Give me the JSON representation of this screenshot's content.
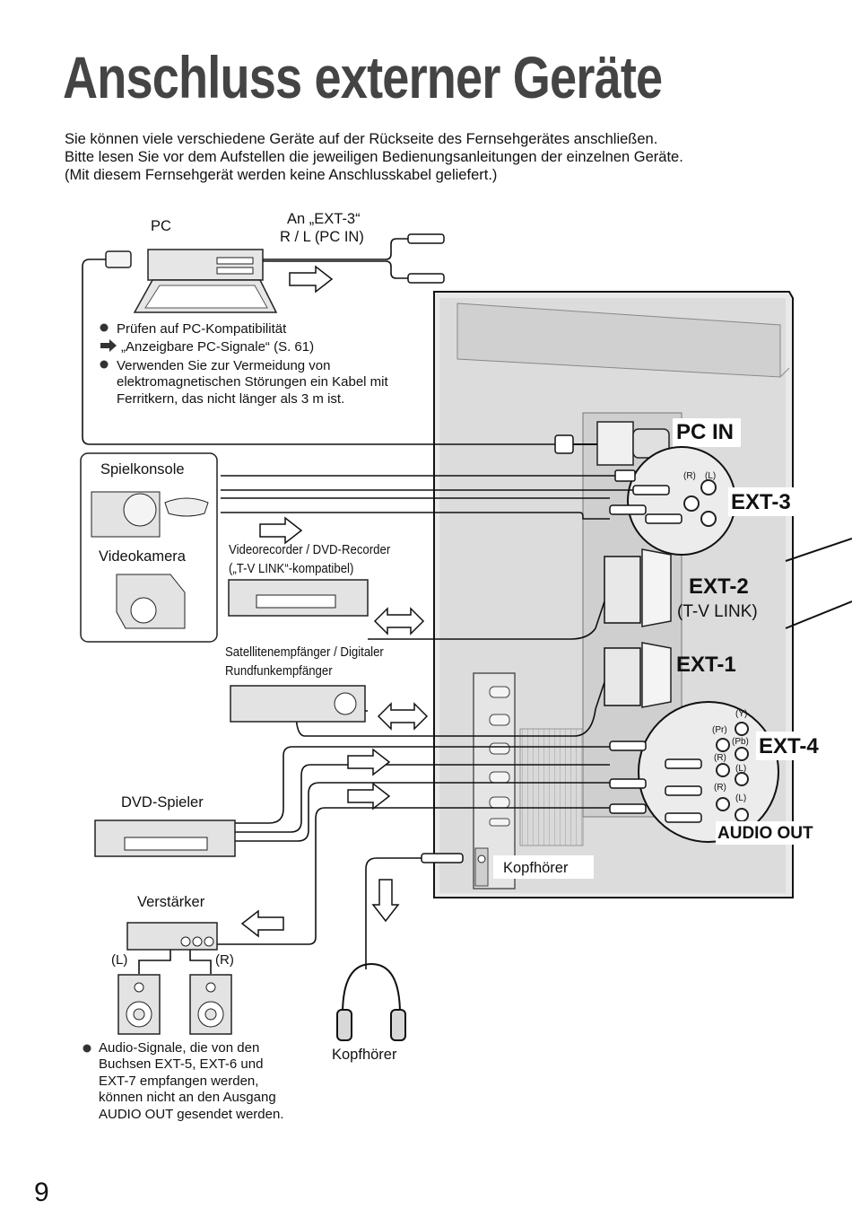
{
  "title": "Anschluss externer Geräte",
  "intro": [
    "Sie können viele verschiedene Geräte auf der Rückseite des Fernsehgerätes anschließen.",
    "Bitte lesen Sie vor dem Aufstellen die jeweiligen Bedienungsanleitungen der einzelnen Geräte.",
    "(Mit diesem Fernsehgerät werden keine Anschlusskabel geliefert.)"
  ],
  "devices": {
    "pc": "PC",
    "pc_in_target_1": "An „EXT-3“",
    "pc_in_target_2": "R / L (PC IN)",
    "game_console": "Spielkonsole",
    "video_camera": "Videokamera",
    "vcr_1": "Videorecorder / DVD-Recorder",
    "vcr_2": "(„T-V LINK“-kompatibel)",
    "satellite_1": "Satellitenempfänger / Digitaler",
    "satellite_2": "Rundfunkempfänger",
    "dvd_player": "DVD-Spieler",
    "amplifier": "Verstärker",
    "left": "(L)",
    "right": "(R)",
    "headphones": "Kopfhörer",
    "headphones_port": "Kopfhörer"
  },
  "pc_notes": [
    "Prüfen auf PC-Kompatibilität",
    "„Anzeigbare PC-Signale“ (S. 61)",
    "Verwenden Sie zur Vermeidung von",
    "elektromagnetischen Störungen ein Kabel mit",
    "Ferritkern, das nicht länger als 3 m ist."
  ],
  "ports": {
    "pc_in": "PC IN",
    "ext3": "EXT-3",
    "ext2": "EXT-2",
    "tv_link": "(T-V LINK)",
    "ext1": "EXT-1",
    "ext4": "EXT-4",
    "audio_out": "AUDIO OUT",
    "ext3_r": "(R)",
    "ext3_l": "(L)",
    "ext4_y": "(Y)",
    "ext4_pr": "(Pr)",
    "ext4_pb": "(Pb)",
    "ext4_r": "(R)",
    "ext4_l": "(L)",
    "audio_r": "(R)",
    "audio_l": "(L)"
  },
  "audio_note": [
    "Audio-Signale, die von den",
    "Buchsen EXT-5, EXT-6 und",
    "EXT-7 empfangen werden,",
    "können nicht an den Ausgang",
    "AUDIO OUT gesendet werden."
  ],
  "page_number": "9"
}
